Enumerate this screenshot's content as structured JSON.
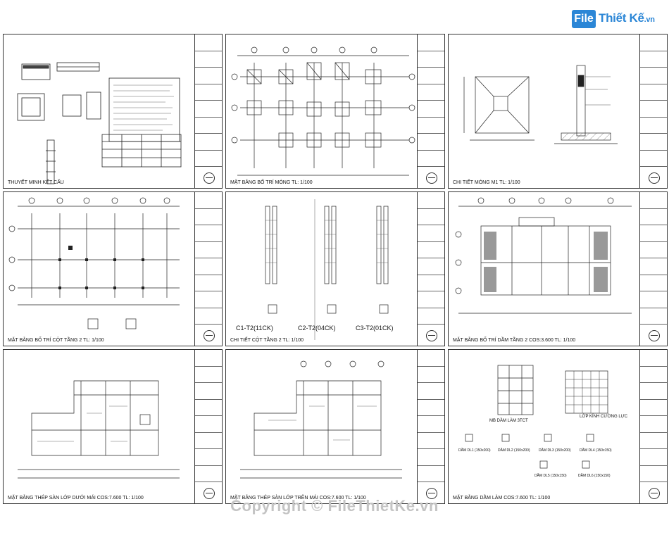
{
  "logo": {
    "mark": "File",
    "name": "Thiết Kế",
    "ext": ".vn"
  },
  "watermark": "Copyright © FileThietKe.vn",
  "sheets": [
    {
      "title": "THUYẾT MINH KẾT CẤU"
    },
    {
      "title": "MẶT BẰNG BỐ TRÍ MÓNG TL: 1/100"
    },
    {
      "title": "CHI TIẾT MÓNG M1 TL: 1/100"
    },
    {
      "title": "MẶT BẰNG BỐ TRÍ CỘT TẦNG 2 TL: 1/100"
    },
    {
      "title": "CHI TIẾT CỘT TẦNG 2 TL: 1/100"
    },
    {
      "title": "MẶT BẰNG BỐ TRÍ DẦM TẦNG 2 COS:3.600 TL: 1/100"
    },
    {
      "title": "MẶT BẰNG THÉP SÀN LỚP DƯỚI MÁI COS:7.600 TL: 1/100"
    },
    {
      "title": "MẶT BẰNG THÉP SÀN LỚP TRÊN MÁI COS:7.600 TL: 1/100"
    },
    {
      "title": "MẶT BẰNG DẦM LÀM COS:7.600 TL: 1/100"
    }
  ],
  "column_labels": {
    "c1": "C1-T2(11CK)",
    "c2": "C2-T2(04CK)",
    "c3": "C3-T2(01CK)"
  },
  "beam_labels": {
    "section": "MB DẦM LÀM 3TCT",
    "layer": "LỚP KÍNH CƯỜNG LỰC",
    "dl1": "DẦM DL1 (150x200)",
    "dl2": "DẦM DL2 (150x200)",
    "dl3": "DẦM DL3 (150x200)",
    "dl4": "DẦM DL4 (150x150)",
    "dl5": "DẦM DL5 (150x150)",
    "dl6": "DẦM DL6 (150x150)"
  }
}
